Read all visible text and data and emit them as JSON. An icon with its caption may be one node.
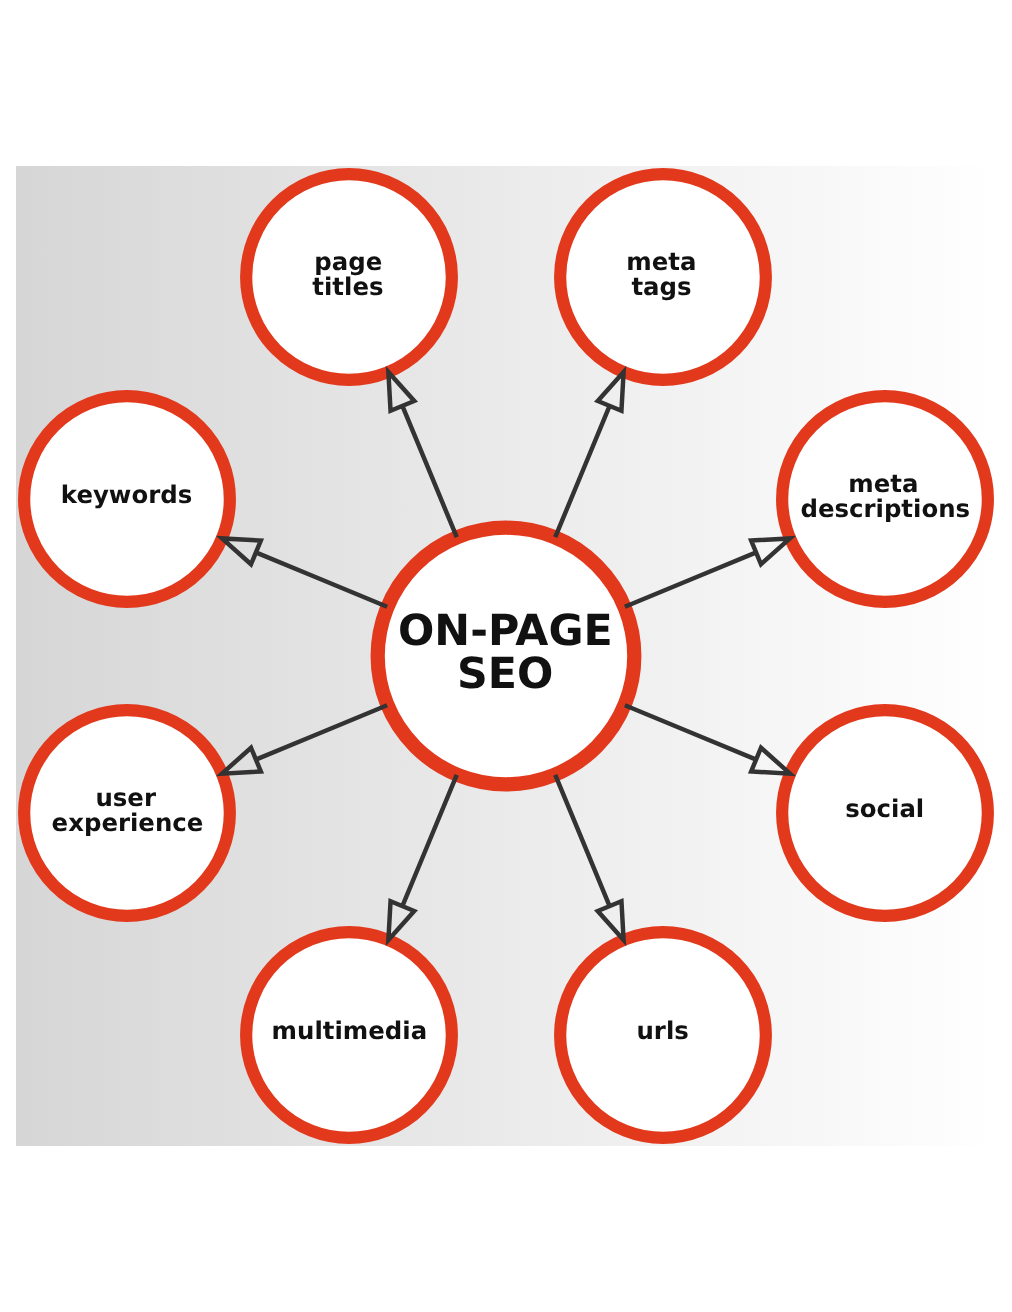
{
  "diagram": {
    "nodes": [
      {
        "text": [
          "page titles"
        ]
      },
      {
        "text": [
          "keywords"
        ]
      },
      {
        "text": [
          "meta tags"
        ]
      },
      {
        "text": [
          "user experience"
        ]
      },
      {
        "text": [
          "ON-PAGE SEO"
        ]
      },
      {
        "text": [
          "meta descriptions"
        ]
      },
      {
        "text": [
          "multimedia"
        ]
      },
      {
        "text": [
          "social"
        ]
      },
      {
        "text": [
          "urls"
        ]
      }
    ],
    "edges": [
      {
        "from": 4,
        "to": 0,
        "arrow": "to"
      },
      {
        "from": 4,
        "to": 2,
        "arrow": "to"
      },
      {
        "from": 4,
        "to": 5,
        "arrow": "to"
      },
      {
        "from": 4,
        "to": 7,
        "arrow": "to"
      },
      {
        "from": 4,
        "to": 8,
        "arrow": "to"
      },
      {
        "from": 4,
        "to": 6,
        "arrow": "to"
      },
      {
        "from": 4,
        "to": 3,
        "arrow": "to"
      },
      {
        "from": 4,
        "to": 1,
        "arrow": "to"
      }
    ]
  }
}
